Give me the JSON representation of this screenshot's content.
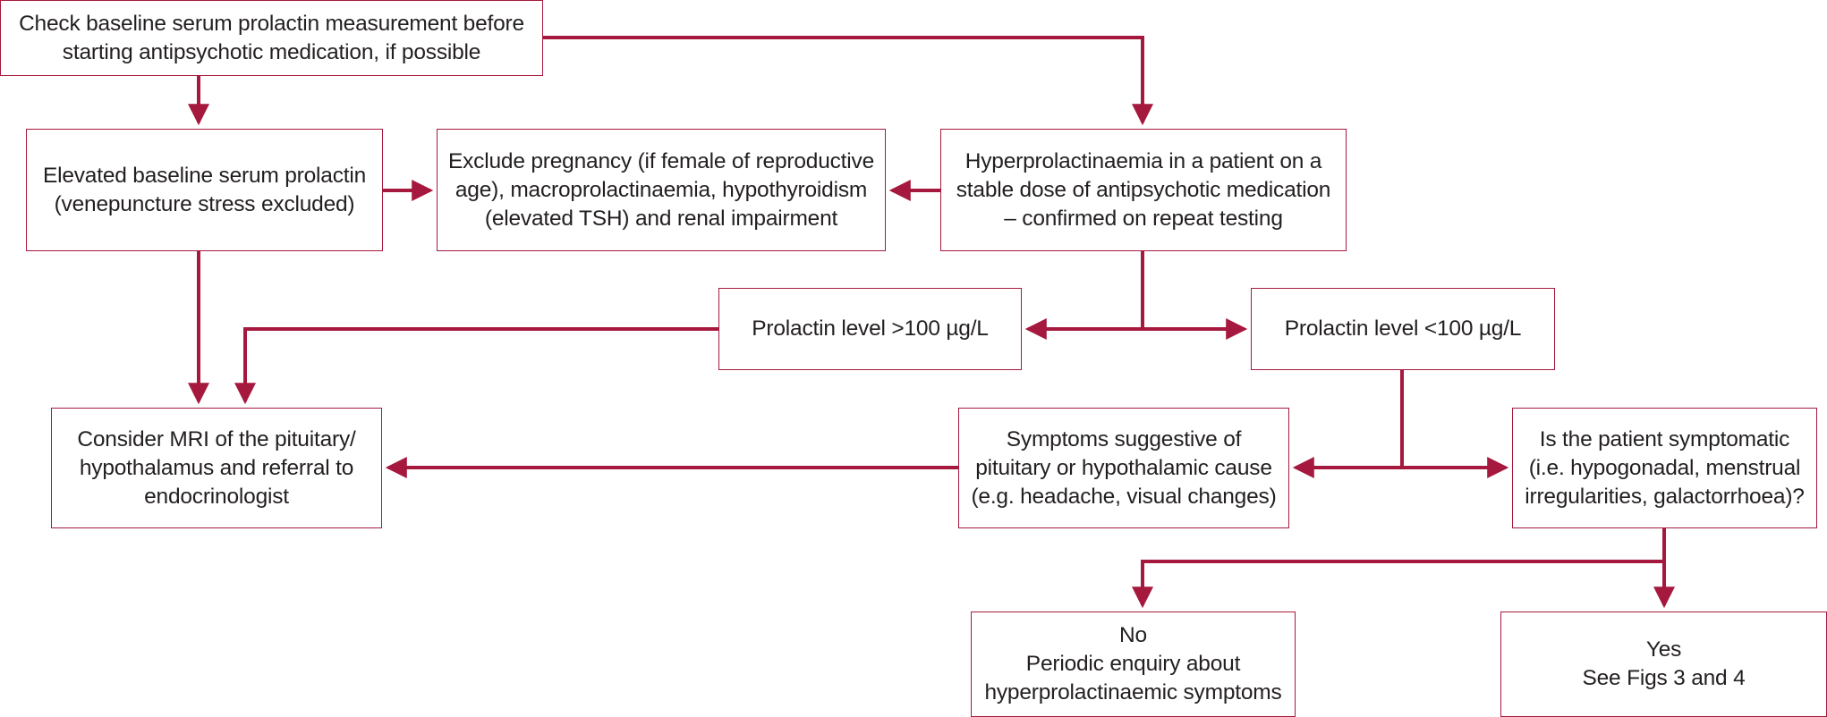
{
  "colors": {
    "accent": "#a6193e",
    "text": "#231f20",
    "background": "#ffffff"
  },
  "nodes": {
    "start": {
      "lines": [
        "Check baseline serum prolactin measurement before",
        "starting antipsychotic medication, if possible"
      ]
    },
    "elevated": {
      "lines": [
        "Elevated baseline serum prolactin",
        "(venepuncture stress excluded)"
      ]
    },
    "exclude": {
      "lines": [
        "Exclude pregnancy (if female of reproductive",
        "age), macroprolactinaemia, hypothyroidism",
        "(elevated TSH) and renal impairment"
      ]
    },
    "hyper": {
      "lines": [
        "Hyperprolactinaemia in a patient on a",
        "stable dose of antipsychotic medication",
        "– confirmed on repeat testing"
      ]
    },
    "gt100": {
      "lines": [
        "Prolactin level >100 µg/L"
      ]
    },
    "lt100": {
      "lines": [
        "Prolactin level <100 µg/L"
      ]
    },
    "mri": {
      "lines": [
        "Consider MRI of the pituitary/",
        "hypothalamus and referral to",
        "endocrinologist"
      ]
    },
    "symptoms": {
      "lines": [
        "Symptoms suggestive of",
        "pituitary or hypothalamic cause",
        "(e.g. headache, visual changes)"
      ]
    },
    "symptomatic": {
      "lines": [
        "Is the patient symptomatic",
        "(i.e. hypogonadal, menstrual",
        "irregularities, galactorrhoea)?"
      ]
    },
    "no": {
      "lines": [
        "No",
        "Periodic enquiry about",
        "hyperprolactinaemic symptoms"
      ]
    },
    "yes": {
      "lines": [
        "Yes",
        "See Figs 3 and 4"
      ]
    }
  }
}
